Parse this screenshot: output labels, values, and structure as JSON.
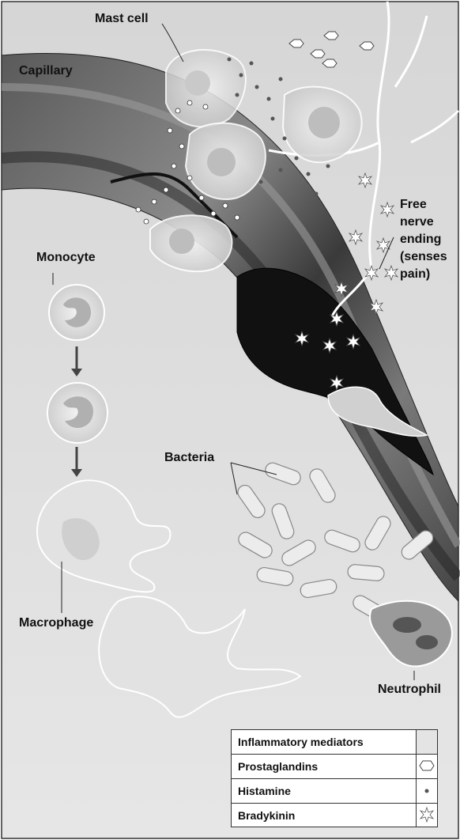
{
  "labels": {
    "mast_cell": "Mast cell",
    "capillary": "Capillary",
    "free_nerve_ending": "Free nerve ending (senses pain)",
    "monocyte": "Monocyte",
    "bacteria": "Bacteria",
    "macrophage": "Macrophage",
    "neutrophil": "Neutrophil"
  },
  "legend": {
    "title": "Inflammatory mediators",
    "items": [
      {
        "label": "Prostaglandins",
        "icon": "hexagon-outline-icon"
      },
      {
        "label": "Histamine",
        "icon": "dot-icon"
      },
      {
        "label": "Bradykinin",
        "icon": "starburst-icon"
      }
    ]
  },
  "colors": {
    "capillary_dark": "#2a2a2a",
    "capillary_mid": "#6b6b6b",
    "background": "#dcdcdc",
    "cell_fill": "#e6e6e6"
  }
}
